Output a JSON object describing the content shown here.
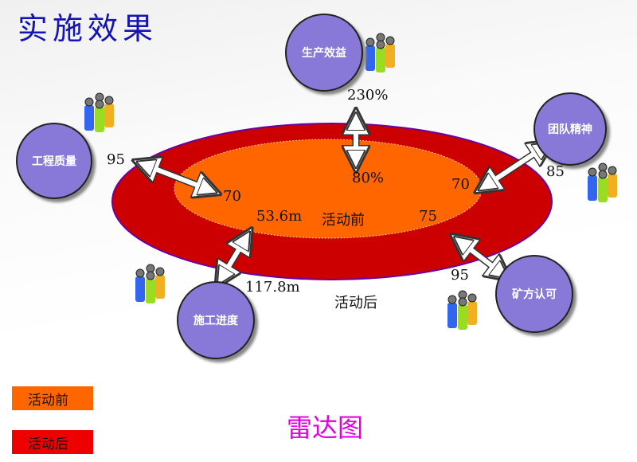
{
  "title": "实施效果",
  "footer_title": "雷达图",
  "colors": {
    "before": "#ff6600",
    "after": "#cc0000",
    "bubble": "#8878d8",
    "title": "#1414b4"
  },
  "categories": [
    {
      "label": "生产效益",
      "before": "80%",
      "after": "230%"
    },
    {
      "label": "工程质量",
      "before": "70",
      "after": "95"
    },
    {
      "label": "团队精神",
      "before": "70",
      "after": "85"
    },
    {
      "label": "施工进度",
      "before": "53.6m",
      "after": "117.8m"
    },
    {
      "label": "矿方认可",
      "before": "75",
      "after": "95"
    }
  ],
  "center_labels": {
    "before": "活动前",
    "after": "活动后"
  },
  "legend": [
    {
      "label": "活动前",
      "color": "#ff6600"
    },
    {
      "label": "活动后",
      "color": "#cc0000"
    }
  ]
}
